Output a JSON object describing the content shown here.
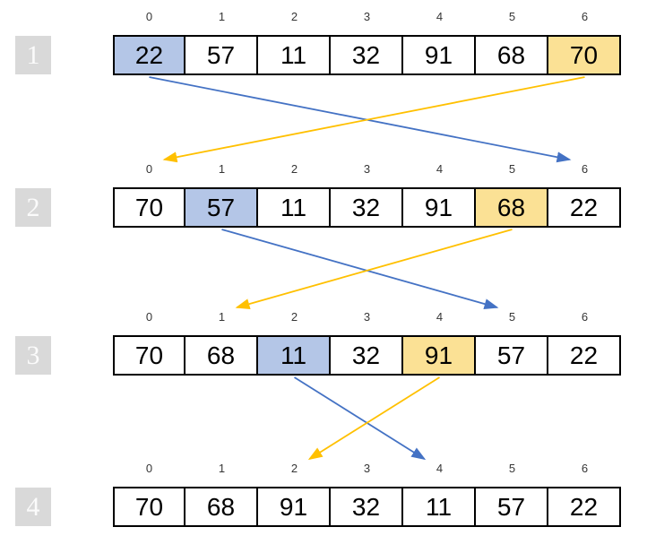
{
  "diagram": {
    "kind": "array-reverse-swap-steps",
    "indices": [
      "0",
      "1",
      "2",
      "3",
      "4",
      "5",
      "6"
    ],
    "steps": [
      {
        "label": "1",
        "values": [
          "22",
          "57",
          "11",
          "32",
          "91",
          "68",
          "70"
        ],
        "highlight_blue": 0,
        "highlight_yellow": 6
      },
      {
        "label": "2",
        "values": [
          "70",
          "57",
          "11",
          "32",
          "91",
          "68",
          "22"
        ],
        "highlight_blue": 1,
        "highlight_yellow": 5
      },
      {
        "label": "3",
        "values": [
          "70",
          "68",
          "11",
          "32",
          "91",
          "57",
          "22"
        ],
        "highlight_blue": 2,
        "highlight_yellow": 4
      },
      {
        "label": "4",
        "values": [
          "70",
          "68",
          "91",
          "32",
          "11",
          "57",
          "22"
        ],
        "highlight_blue": null,
        "highlight_yellow": null
      }
    ],
    "swaps": [
      {
        "from_step": 0,
        "blue_from_index": 0,
        "blue_to_index": 6,
        "yellow_from_index": 6,
        "yellow_to_index": 0
      },
      {
        "from_step": 1,
        "blue_from_index": 1,
        "blue_to_index": 5,
        "yellow_from_index": 5,
        "yellow_to_index": 1
      },
      {
        "from_step": 2,
        "blue_from_index": 2,
        "blue_to_index": 4,
        "yellow_from_index": 4,
        "yellow_to_index": 2
      }
    ],
    "colors": {
      "blue_cell_fill": "#b4c6e7",
      "yellow_cell_fill": "#fbe195",
      "blue_arrow": "#4472c4",
      "yellow_arrow": "#ffc000",
      "step_badge_bg": "#d9d9d9",
      "step_badge_text": "#fbfbfb",
      "cell_border": "#000000"
    }
  }
}
